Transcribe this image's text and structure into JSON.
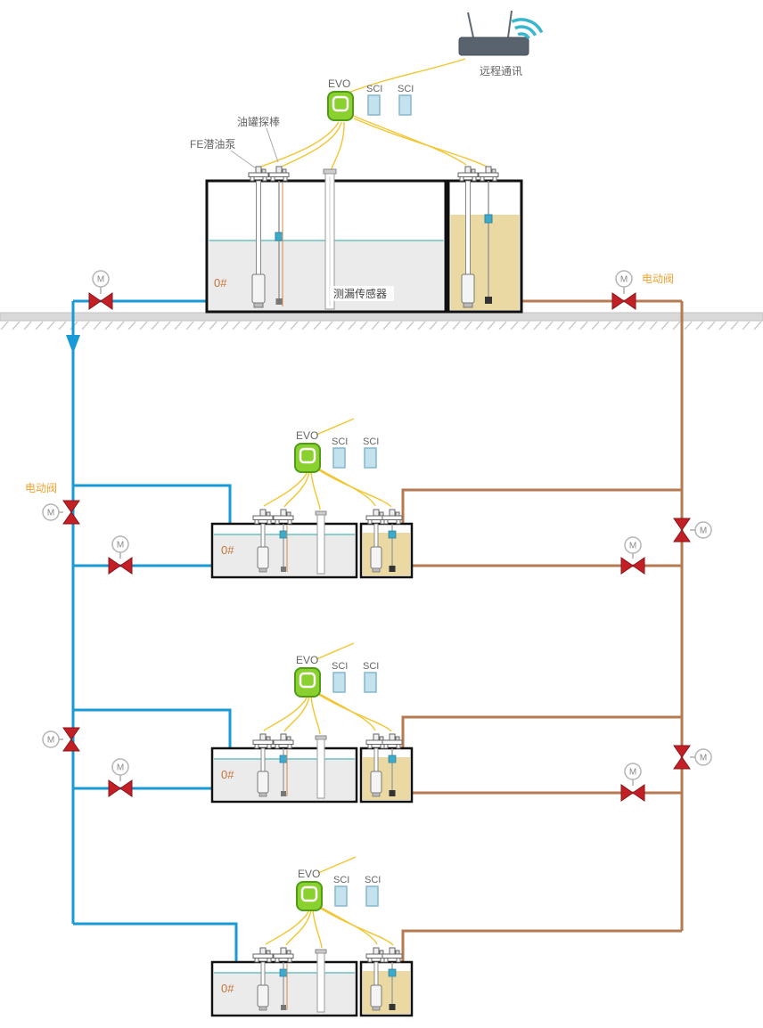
{
  "communication": {
    "remote_comm_label": "远程通讯"
  },
  "controllers": {
    "evo_label": "EVO",
    "sci_label": "SCI"
  },
  "tanks": {
    "tank_no_label": "0#",
    "probe_label": "油罐探棒",
    "pump_label": "FE潜油泵",
    "leak_sensor_label": "测漏传感器"
  },
  "valves": {
    "motor_label": "M",
    "electric_valve_label": "电动阀"
  },
  "colors": {
    "supply_pipe_blue": "#189ad6",
    "return_pipe_brown": "#b57a52",
    "valve_red": "#c22026",
    "evo_green": "#8ad02f",
    "sci_blue": "#c3e2ed",
    "signal_wire_yellow": "#f2c531",
    "water_line_teal": "#8ecfce",
    "diesel_tan": "#ead9a2",
    "tank_interior_gray": "#ebebeb",
    "ground_gray": "#d9d9d9",
    "electric_valve_label_orange": "#f0a230",
    "tank_no_orange": "#c4763a"
  }
}
